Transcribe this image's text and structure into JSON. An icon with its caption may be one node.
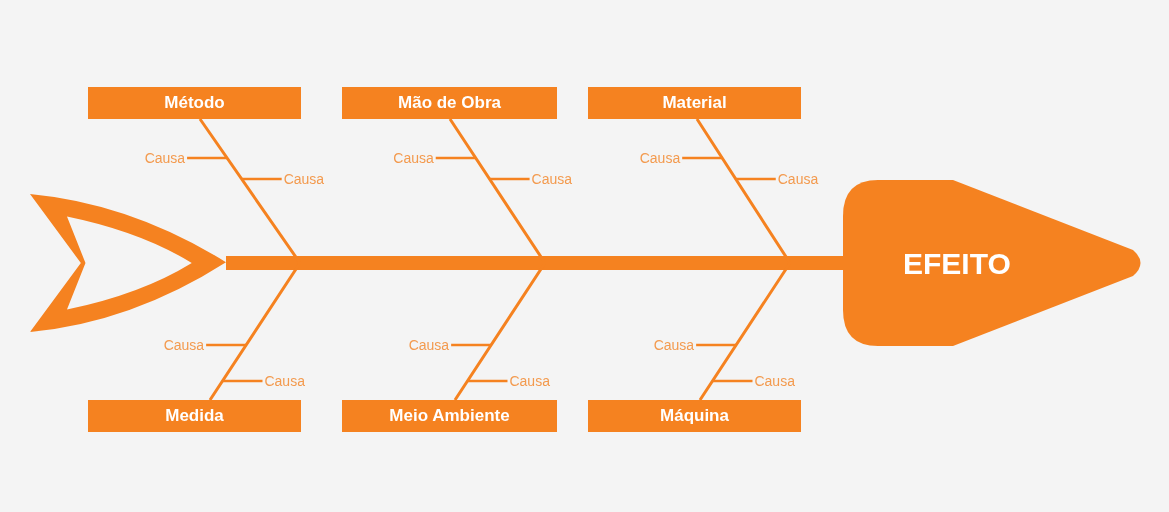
{
  "diagram": {
    "nodes": [
      {
        "text": [
          "Método"
        ]
      },
      {
        "text": [
          "Mão de Obra"
        ]
      },
      {
        "text": [
          "Material"
        ]
      },
      {
        "text": [],
        "shape": "chevron"
      },
      {
        "text": [
          "EFEITO"
        ]
      },
      {
        "text": [
          "Medida"
        ]
      },
      {
        "text": [
          "Meio Ambiente"
        ]
      },
      {
        "text": [
          "Máquina"
        ]
      },
      {
        "text": [
          "Causa"
        ]
      },
      {
        "text": [
          "Causa"
        ]
      },
      {
        "text": [
          "Causa"
        ]
      },
      {
        "text": [
          "Causa"
        ]
      },
      {
        "text": [
          "Causa"
        ]
      },
      {
        "text": [
          "Causa"
        ]
      },
      {
        "text": [
          "Causa"
        ]
      },
      {
        "text": [
          "Causa"
        ]
      },
      {
        "text": [
          "Causa"
        ]
      },
      {
        "text": [
          "Causa"
        ]
      },
      {
        "text": [
          "Causa"
        ]
      },
      {
        "text": [
          "Causa"
        ]
      }
    ],
    "edges": [
      {
        "from": 3,
        "to": 4,
        "arrow": "none",
        "style": "thick"
      },
      {
        "from": 0,
        "to": 4,
        "arrow": "none"
      },
      {
        "from": 1,
        "to": 4,
        "arrow": "none"
      },
      {
        "from": 2,
        "to": 4,
        "arrow": "none"
      },
      {
        "from": 5,
        "to": 4,
        "arrow": "none"
      },
      {
        "from": 6,
        "to": 4,
        "arrow": "none"
      },
      {
        "from": 7,
        "to": 4,
        "arrow": "none"
      },
      {
        "from": 8,
        "to": null,
        "arrow": "none"
      },
      {
        "from": 9,
        "to": null,
        "arrow": "none"
      },
      {
        "from": 10,
        "to": null,
        "arrow": "none"
      },
      {
        "from": 11,
        "to": null,
        "arrow": "none"
      },
      {
        "from": 12,
        "to": null,
        "arrow": "none"
      },
      {
        "from": 13,
        "to": null,
        "arrow": "none"
      },
      {
        "from": 14,
        "to": null,
        "arrow": "none"
      },
      {
        "from": 15,
        "to": null,
        "arrow": "none"
      },
      {
        "from": 16,
        "to": null,
        "arrow": "none"
      },
      {
        "from": 17,
        "to": null,
        "arrow": "none"
      },
      {
        "from": 18,
        "to": null,
        "arrow": "none"
      },
      {
        "from": 19,
        "to": null,
        "arrow": "none"
      }
    ]
  }
}
